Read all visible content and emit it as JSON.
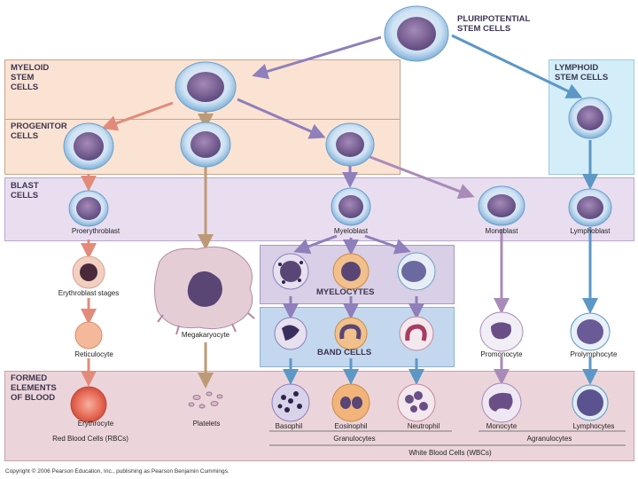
{
  "colors": {
    "myeloid_band": "#fbe3d3",
    "progenitor_band": "#fbe3d3",
    "blast_band": "#e9def0",
    "lymphoid_box": "#d3eef9",
    "myelocyte_box": "#d9cfe6",
    "band_box": "#c3d8ee",
    "formed_band": "#ecd5da",
    "arrow_purple": "#8f7fba",
    "arrow_blue": "#5c97c6",
    "arrow_salmon": "#e28b7a",
    "arrow_tan": "#bd9a76",
    "arrow_mauve": "#a98bb8"
  },
  "headings": {
    "pluripotential": "PLURIPOTENTIAL\nSTEM CELLS",
    "myeloid": "MYELOID\nSTEM\nCELLS",
    "lymphoid": "LYMPHOID\nSTEM CELLS",
    "progenitor": "PROGENITOR\nCELLS",
    "blast": "BLAST\nCELLS",
    "myelocytes": "MYELOCYTES",
    "band_cells": "BAND CELLS",
    "formed": "FORMED\nELEMENTS\nOF BLOOD"
  },
  "cells": {
    "proerythroblast": "Proerythroblast",
    "myeloblast": "Myeloblast",
    "monoblast": "Monoblast",
    "lymphoblast": "Lymphoblast",
    "erythroblast_stages": "Erythroblast stages",
    "megakaryocyte": "Megakaryocyte",
    "reticulocyte": "Reticulocyte",
    "promonocyte": "Promonocyte",
    "prolymphocyte": "Prolymphocyte",
    "erythrocyte": "Erythrocyte",
    "platelets": "Platelets",
    "basophil": "Basophil",
    "eosinophil": "Eosinophil",
    "neutrophil": "Neutrophil",
    "monocyte": "Monocyte",
    "lymphocytes": "Lymphocytes"
  },
  "groups": {
    "rbc": "Red Blood Cells (RBCs)",
    "granulocytes": "Granulocytes",
    "agranulocytes": "Agranulocytes",
    "wbc": "White Blood Cells (WBCs)"
  },
  "copyright": "Copyright © 2006 Pearson Education, Inc., publishing as Pearson Benjamin Cummings."
}
